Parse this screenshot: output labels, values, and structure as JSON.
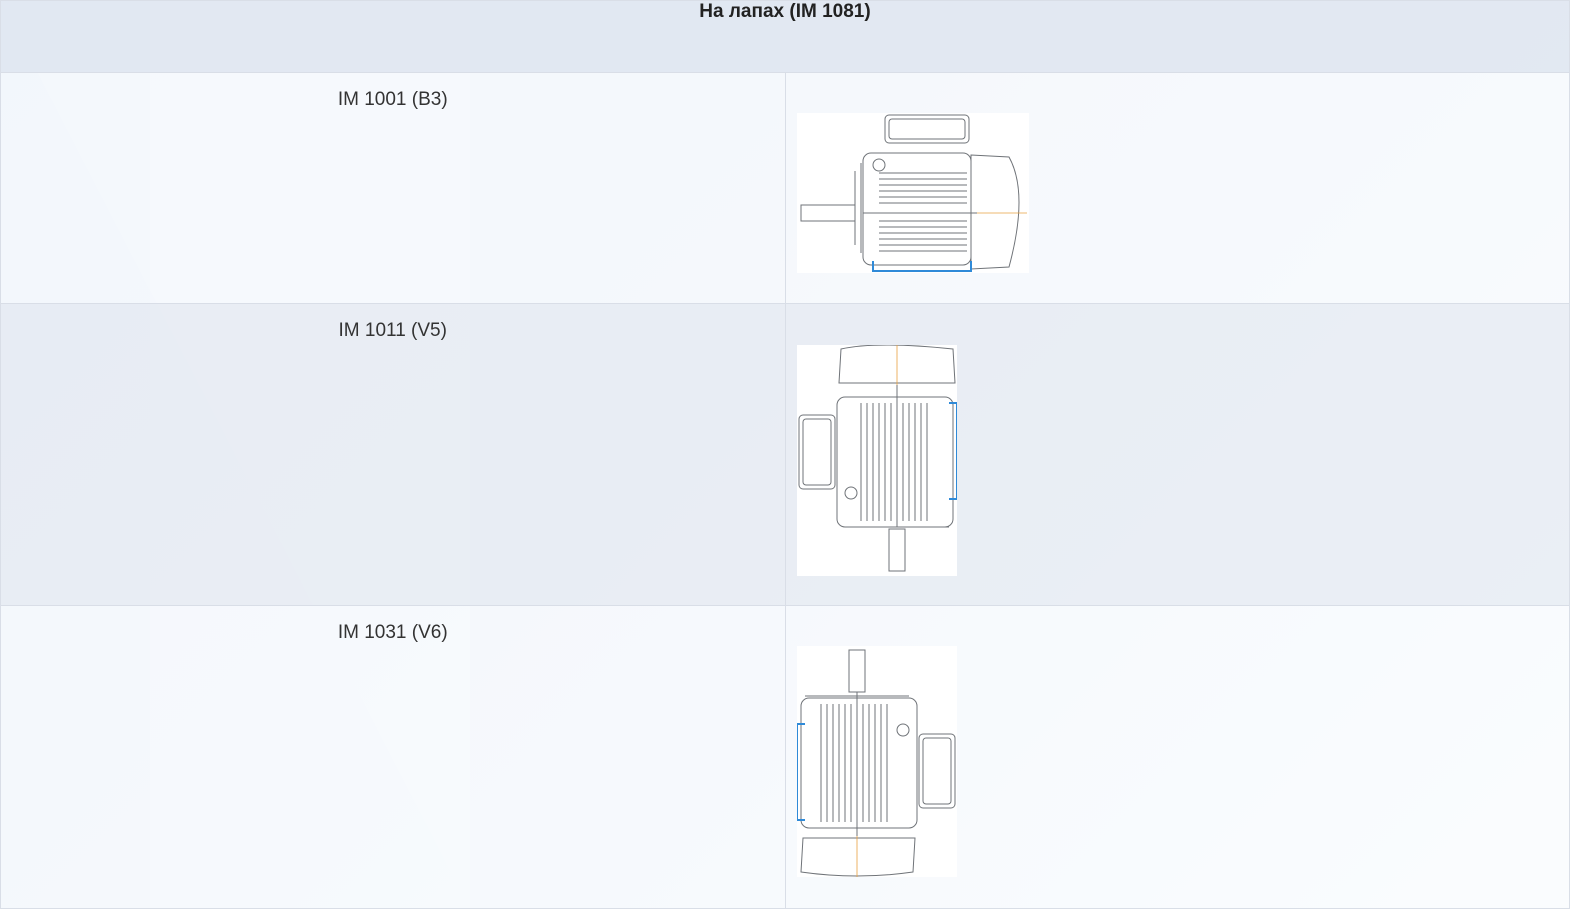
{
  "table": {
    "header": "На лапах (IM 1081)",
    "rows": [
      {
        "label": "IM 1001 (B3)",
        "drawing": "motor-horizontal-feet-icon"
      },
      {
        "label": "IM 1011 (V5)",
        "drawing": "motor-vertical-shaft-down-icon"
      },
      {
        "label": "IM 1031 (V6)",
        "drawing": "motor-vertical-shaft-up-icon"
      }
    ]
  },
  "colors": {
    "line": "#6f7378",
    "accent_blue": "#2f8ad8",
    "axis_orange": "#e9a040"
  }
}
